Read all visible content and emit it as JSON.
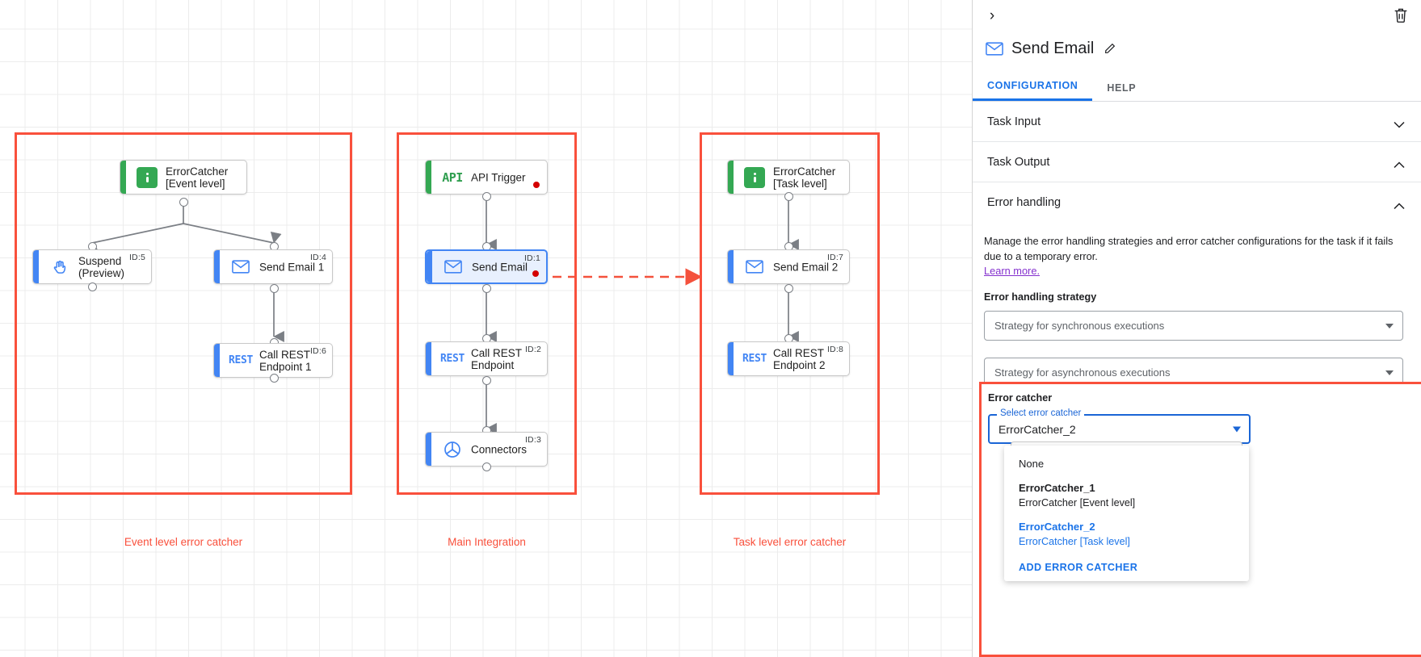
{
  "canvas": {
    "groups": [
      {
        "label": "Event level error catcher"
      },
      {
        "label": "Main Integration"
      },
      {
        "label": "Task level error catcher"
      }
    ],
    "nodes": [
      {
        "id": "ec1",
        "label": "ErrorCatcher\n[Event level]",
        "icon": "error-catcher-icon",
        "id_tag": ""
      },
      {
        "id": "suspend",
        "label": "Suspend\n(Preview)",
        "icon": "hand-icon",
        "id_tag": "ID:5"
      },
      {
        "id": "email1",
        "label": "Send Email 1",
        "icon": "mail-icon",
        "id_tag": "ID:4"
      },
      {
        "id": "rest1",
        "label": "Call REST\nEndpoint 1",
        "icon": "rest-icon",
        "id_tag": "ID:6"
      },
      {
        "id": "trigger",
        "label": "API Trigger",
        "icon": "api-icon",
        "id_tag": ""
      },
      {
        "id": "email0",
        "label": "Send Email",
        "icon": "mail-icon",
        "id_tag": "ID:1"
      },
      {
        "id": "rest0",
        "label": "Call REST\nEndpoint",
        "icon": "rest-icon",
        "id_tag": "ID:2"
      },
      {
        "id": "conn",
        "label": "Connectors",
        "icon": "connectors-icon",
        "id_tag": "ID:3"
      },
      {
        "id": "ec2",
        "label": "ErrorCatcher\n[Task level]",
        "icon": "error-catcher-icon",
        "id_tag": ""
      },
      {
        "id": "email2",
        "label": "Send Email 2",
        "icon": "mail-icon",
        "id_tag": "ID:7"
      },
      {
        "id": "rest2",
        "label": "Call REST\nEndpoint 2",
        "icon": "rest-icon",
        "id_tag": "ID:8"
      }
    ],
    "api_icon_text": "API",
    "rest_icon_text": "REST"
  },
  "panel": {
    "collapse_icon": "chevron-right-icon",
    "delete_icon": "trash-icon",
    "title": "Send Email",
    "title_icon": "mail-icon",
    "edit_icon": "pencil-icon",
    "tabs": [
      {
        "label": "CONFIGURATION",
        "active": true
      },
      {
        "label": "HELP",
        "active": false
      }
    ],
    "sections": [
      {
        "label": "Task Input",
        "state": "collapsed"
      },
      {
        "label": "Task Output",
        "state": "expanded"
      },
      {
        "label": "Error handling",
        "state": "expanded"
      }
    ],
    "error_handling": {
      "description": "Manage the error handling strategies and error catcher configurations for the task if it fails due to a temporary error.",
      "learn_more": "Learn more.",
      "strategy_label": "Error handling strategy",
      "sync_placeholder": "Strategy for synchronous executions",
      "async_placeholder": "Strategy for asynchronous executions"
    },
    "error_catcher": {
      "heading": "Error catcher",
      "float_label": "Select error catcher",
      "value": "ErrorCatcher_2",
      "options": [
        {
          "primary": "None",
          "secondary": "",
          "selected": false,
          "plain": true
        },
        {
          "primary": "ErrorCatcher_1",
          "secondary": "ErrorCatcher [Event level]",
          "selected": false,
          "plain": false
        },
        {
          "primary": "ErrorCatcher_2",
          "secondary": "ErrorCatcher [Task level]",
          "selected": true,
          "plain": false
        }
      ],
      "add_label": "ADD ERROR CATCHER"
    }
  },
  "colors": {
    "highlight_red": "#f9503c",
    "accent_blue": "#1a73e8",
    "trigger_green": "#34a853",
    "task_blue": "#4285f4",
    "status_dot_red": "#d40000",
    "learn_more_purple": "#8430ce"
  }
}
